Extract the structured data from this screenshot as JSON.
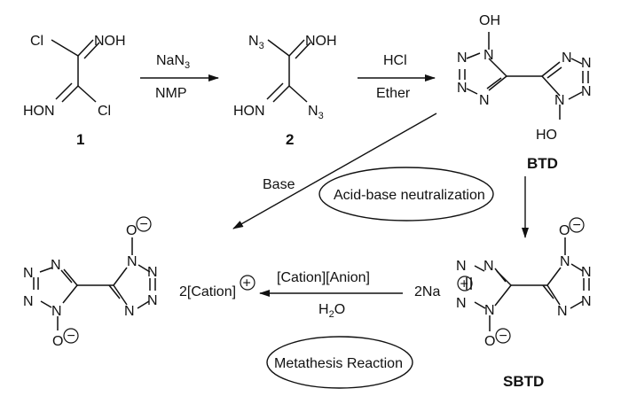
{
  "compound1": {
    "label": "1",
    "atoms": {
      "cl_top": "Cl",
      "noh_top": "NOH",
      "hon_bottom": "HON",
      "cl_bottom": "Cl"
    }
  },
  "step1": {
    "reagent_top": "NaN",
    "reagent_top_sub": "3",
    "reagent_bottom": "NMP"
  },
  "compound2": {
    "label": "2",
    "atoms": {
      "n3_top": "N",
      "n3_top_sub": "3",
      "noh_top": "NOH",
      "hon_bottom": "HON",
      "n3_bottom": "N",
      "n3_bottom_sub": "3"
    }
  },
  "step2": {
    "reagent_top": "HCl",
    "reagent_bottom": "Ether"
  },
  "btd": {
    "label": "BTD",
    "oh_top": "OH",
    "ho_bottom": "HO",
    "nitrogen": "N"
  },
  "step3": {
    "reagent": "Base",
    "process": "Acid-base neutralization"
  },
  "sbtd": {
    "label": "SBTD",
    "counterion": "2Na",
    "oxygen": "O",
    "nitrogen": "N"
  },
  "step4": {
    "reagent_top": "[Cation][Anion]",
    "reagent_bottom": "H",
    "reagent_bottom_sub": "2",
    "reagent_bottom_tail": "O",
    "process": "Metathesis Reaction"
  },
  "product": {
    "counterion": "2[Cation]",
    "oxygen": "O",
    "nitrogen": "N"
  },
  "charges": {
    "minus": "−",
    "plus": "+"
  }
}
